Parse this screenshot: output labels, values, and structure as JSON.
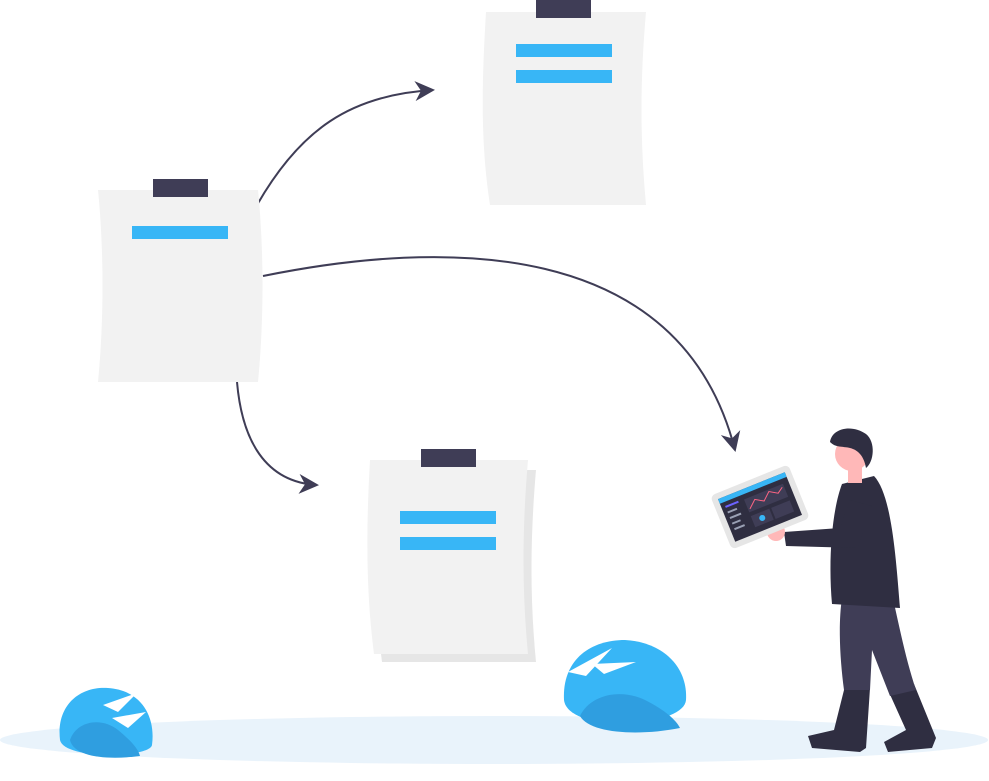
{
  "palette": {
    "background": "#ffffff",
    "ground": "#e9f3fb",
    "paper": "#f2f2f2",
    "paper_shadow": "#e6e6e6",
    "clip": "#3f3d56",
    "line_accent": "#38b6f6",
    "arrow": "#3f3d56",
    "rock": "#38b6f6",
    "rock_shade": "#2f9ee0",
    "person_dark": "#2f2e41",
    "person_pants": "#3f3d56",
    "skin": "#ffb8b8",
    "tablet_frame": "#e6e6e6",
    "tablet_screen": "#2f2e41"
  },
  "documents": [
    {
      "role": "source",
      "lines": 1
    },
    {
      "role": "target-top",
      "lines": 2
    },
    {
      "role": "target-bottom",
      "lines": 2
    }
  ],
  "arrows": [
    {
      "from": "source",
      "to": "target-top"
    },
    {
      "from": "source",
      "to": "person"
    },
    {
      "from": "source",
      "to": "target-bottom"
    }
  ],
  "icons": {
    "person": "person-holding-tablet-icon",
    "rock": "rock-icon",
    "document": "document-clipboard-icon"
  }
}
